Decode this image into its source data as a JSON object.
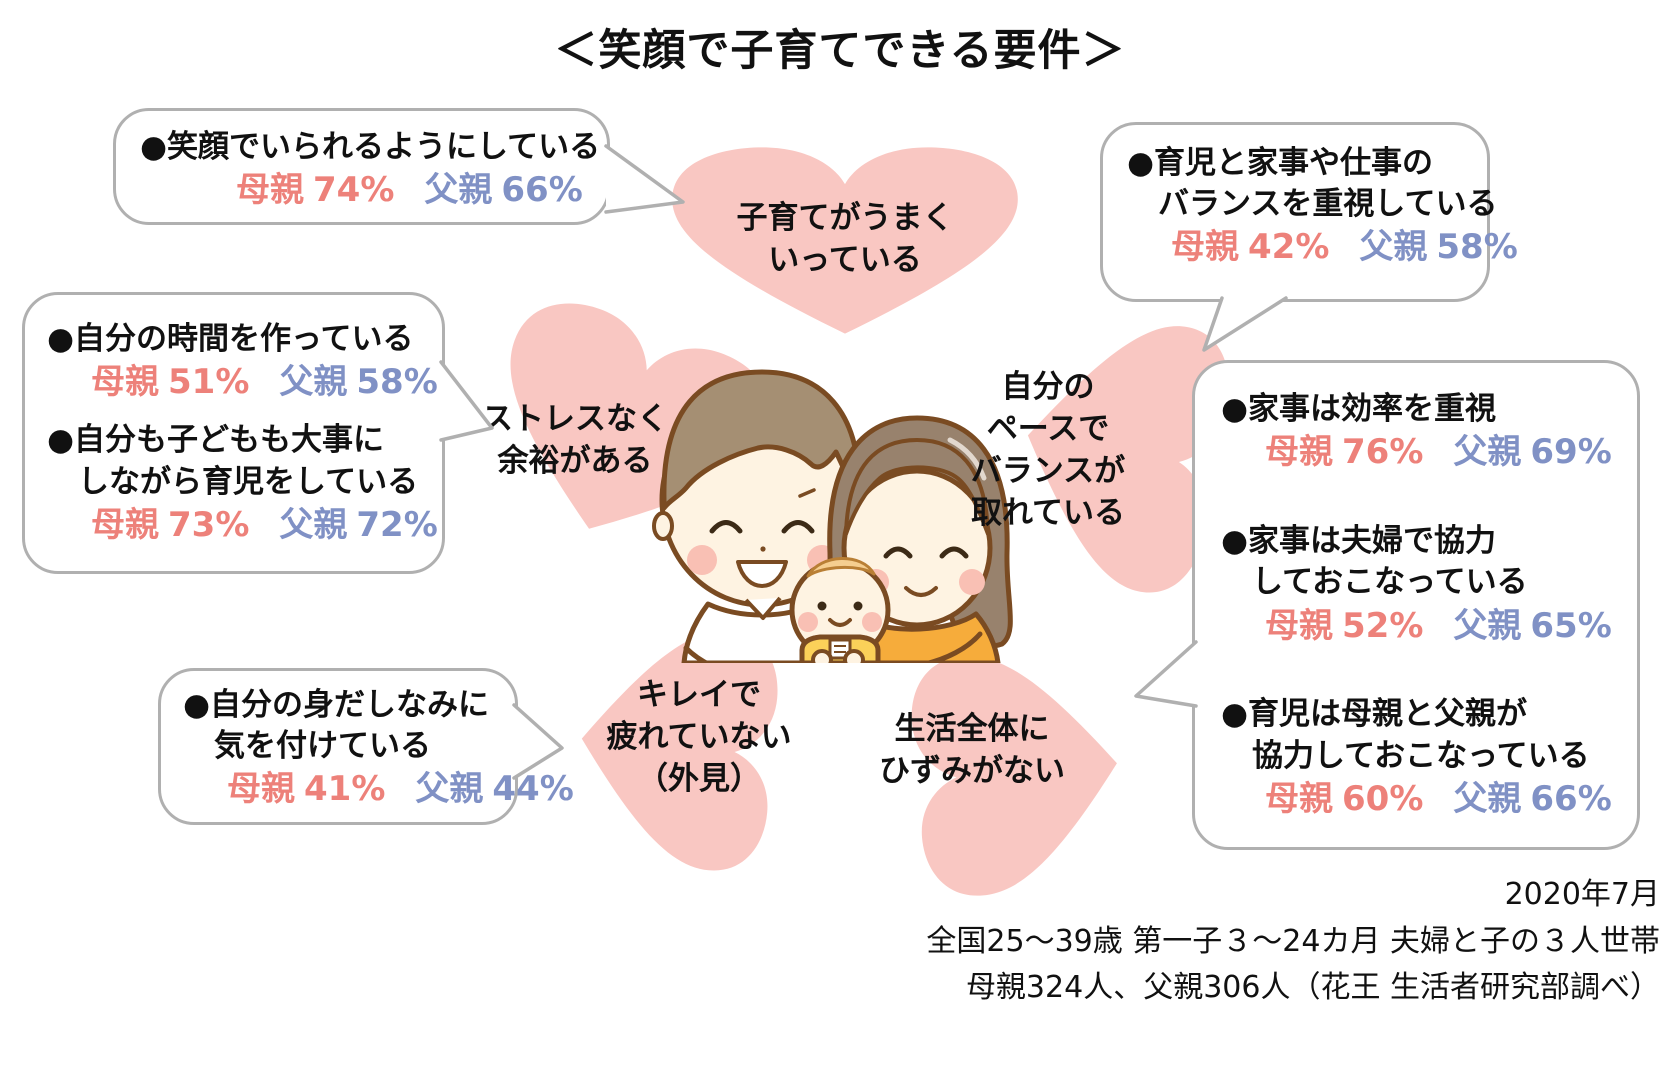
{
  "title": "＜笑顔で子育てできる要件＞",
  "colors": {
    "petal_pink": "#F9C7C2",
    "mother_accent": "#ED817A",
    "father_accent": "#8091C5",
    "bubble_border": "#B0B0B0"
  },
  "petals": {
    "top": {
      "lines": [
        "子育てがうまく",
        "いっている"
      ]
    },
    "left": {
      "lines": [
        "ストレスなく",
        "余裕がある"
      ]
    },
    "right": {
      "lines": [
        "自分の",
        "ペースで",
        "バランスが",
        "取れている"
      ]
    },
    "bottom_left": {
      "lines": [
        "キレイで",
        "疲れていない",
        "（外見）"
      ]
    },
    "bottom_right": {
      "lines": [
        "生活全体に",
        "ひずみがない"
      ]
    }
  },
  "bubbles": {
    "top_left": {
      "items": [
        {
          "head_lines": [
            "●笑顔でいられるようにしている"
          ],
          "m_label": "母親",
          "m_value": "74%",
          "f_label": "父親",
          "f_value": "66%"
        }
      ]
    },
    "left": {
      "items": [
        {
          "head_lines": [
            "●自分の時間を作っている"
          ],
          "m_label": "母親",
          "m_value": "51%",
          "f_label": "父親",
          "f_value": "58%"
        },
        {
          "head_lines": [
            "●自分も子どもも大事に",
            "しながら育児をしている"
          ],
          "m_label": "母親",
          "m_value": "73%",
          "f_label": "父親",
          "f_value": "72%"
        }
      ]
    },
    "bottom_left": {
      "items": [
        {
          "head_lines": [
            "●自分の身だしなみに",
            "気を付けている"
          ],
          "m_label": "母親",
          "m_value": "41%",
          "f_label": "父親",
          "f_value": "44%"
        }
      ]
    },
    "top_right": {
      "items": [
        {
          "head_lines": [
            "●育児と家事や仕事の",
            "バランスを重視している"
          ],
          "m_label": "母親",
          "m_value": "42%",
          "f_label": "父親",
          "f_value": "58%"
        }
      ]
    },
    "right": {
      "items": [
        {
          "head_lines": [
            "●家事は効率を重視"
          ],
          "m_label": "母親",
          "m_value": "76%",
          "f_label": "父親",
          "f_value": "69%"
        },
        {
          "head_lines": [
            "●家事は夫婦で協力",
            "しておこなっている"
          ],
          "m_label": "母親",
          "m_value": "52%",
          "f_label": "父親",
          "f_value": "65%"
        },
        {
          "head_lines": [
            "●育児は母親と父親が",
            "協力しておこなっている"
          ],
          "m_label": "母親",
          "m_value": "60%",
          "f_label": "父親",
          "f_value": "66%"
        }
      ]
    }
  },
  "illustration": {
    "description": "夫婦と赤ちゃんの家族イラスト"
  },
  "footer": {
    "lines": [
      "2020年7月",
      "全国25～39歳 第一子３～24カ月 夫婦と子の３人世帯",
      "母親324人、父親306人（花王 生活者研究部調べ）"
    ]
  }
}
